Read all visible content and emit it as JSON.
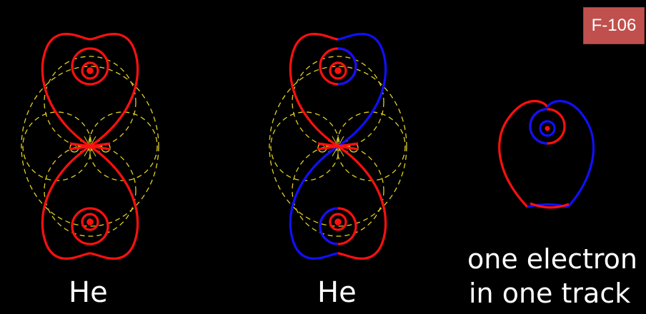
{
  "badge": {
    "text": "F-106"
  },
  "labels": {
    "left": "He",
    "middle": "He",
    "right_line1": "one electron",
    "right_line2": "in one track"
  },
  "colors": {
    "background": "#000000",
    "electron_a": "#ff1010",
    "electron_b": "#1010ff",
    "guide": "#e0d020",
    "badge": "#c0504d"
  }
}
